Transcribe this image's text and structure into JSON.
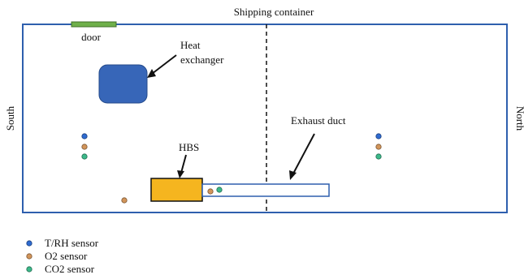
{
  "title": "Shipping container",
  "side_labels": {
    "south": "South",
    "north": "North"
  },
  "components": {
    "door": "door",
    "heat_exchanger": [
      "Heat",
      "exchanger"
    ],
    "hbs": "HBS",
    "exhaust_duct": "Exhaust duct"
  },
  "legend": [
    {
      "label": "T/RH sensor",
      "color": "#2f6bd0"
    },
    {
      "label": "O2 sensor",
      "color": "#d2955a"
    },
    {
      "label": "CO2 sensor",
      "color": "#3cb98a"
    }
  ],
  "colors": {
    "container_border": "#2e5fae",
    "door": "#6fb04a",
    "heat_exchanger": "#3766b8",
    "hbs": "#f5b51f",
    "duct_border": "#2e5fae"
  }
}
